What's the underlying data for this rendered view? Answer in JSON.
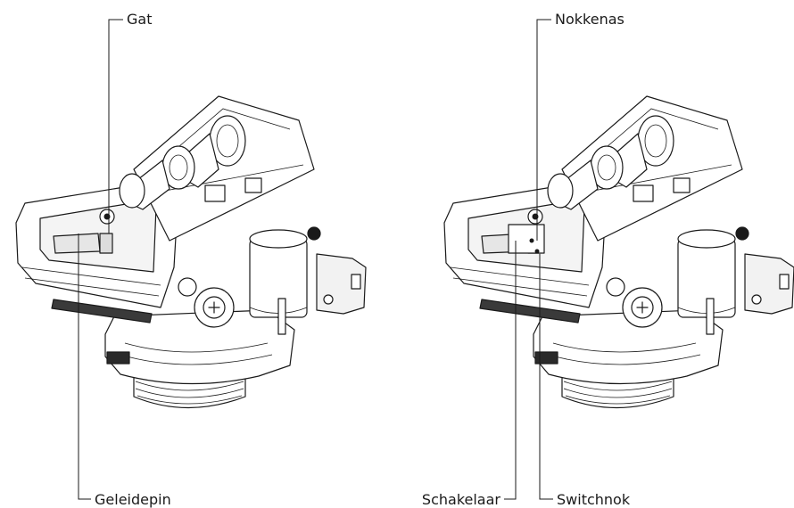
{
  "figure_left": {
    "top_label": "Gat",
    "bottom_label": "Geleidepin"
  },
  "figure_right": {
    "top_label": "Nokkenas",
    "bottom_left_label": "Schakelaar",
    "bottom_right_label": "Switchnok"
  },
  "colors": {
    "outline": "#1a1a1a",
    "fill_light": "#ffffff",
    "fill_shade": "#e6e6e6",
    "fill_dark": "#9a9a9a"
  }
}
